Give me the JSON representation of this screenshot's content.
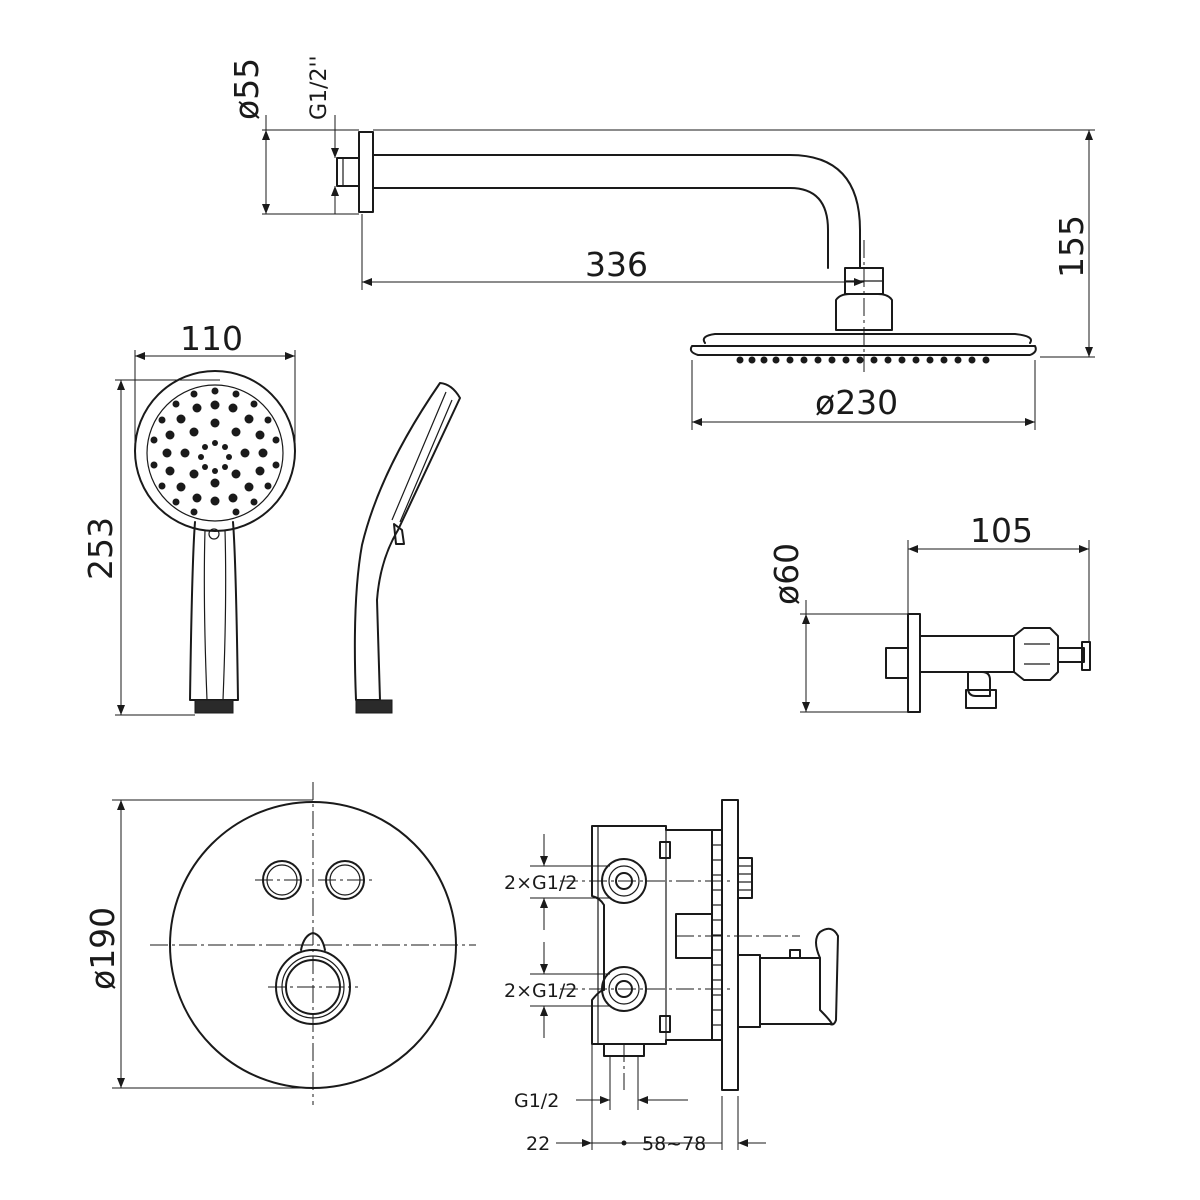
{
  "dimensions": {
    "wall_flange_dia": "ø55",
    "arm_thread": "G1/2''",
    "arm_length": "336",
    "arm_height": "155",
    "head_dia": "ø230",
    "handshower_width": "110",
    "handshower_length": "253",
    "spout_dia": "ø60",
    "spout_length": "105",
    "trim_dia": "ø190",
    "upper_ports": "2×G1/2",
    "lower_ports": "2×G1/2",
    "bottom_port": "G1/2",
    "plaster_depth": "22",
    "install_depth": "58~78"
  },
  "colors": {
    "line": "#1a1a1a",
    "background": "#ffffff"
  }
}
